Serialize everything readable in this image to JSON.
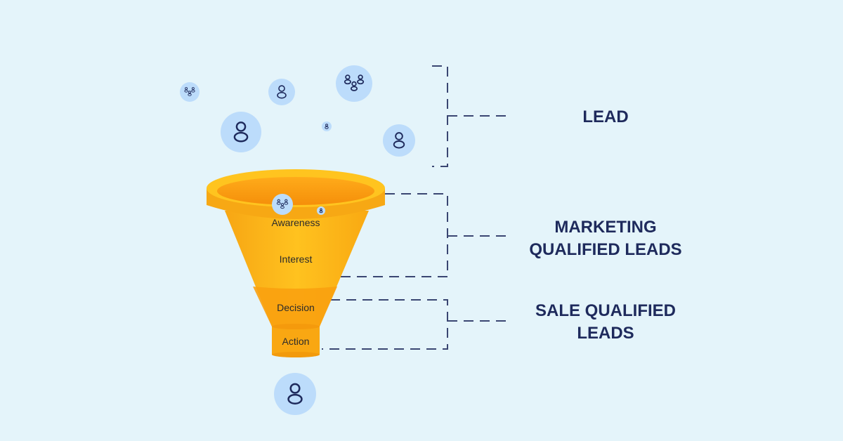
{
  "funnel": {
    "stages": [
      "Awareness",
      "Interest",
      "Decision",
      "Action"
    ]
  },
  "labels": {
    "lead": "LEAD",
    "mql_line1": "MARKETING",
    "mql_line2": "QUALIFIED LEADS",
    "sql_line1": "SALE QUALIFIED",
    "sql_line2": "LEADS"
  },
  "colors": {
    "background": "#e4f4fa",
    "funnel": "#ffb81c",
    "funnel_dark": "#f59a0c",
    "icon_circle": "#bcdcfb",
    "icon_stroke": "#1e2a5c",
    "text": "#1e2a5c"
  }
}
